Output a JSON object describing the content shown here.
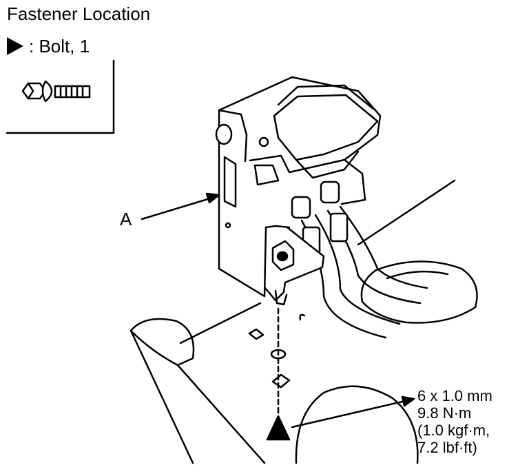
{
  "title": "Fastener Location",
  "legend": {
    "symbol": "triangle-marker-icon",
    "text": ": Bolt, 1"
  },
  "callout_a": "A",
  "torque_spec": {
    "size": "6 x 1.0 mm",
    "nm": "9.8 N·m",
    "kgfm": "(1.0 kgf·m,",
    "lbfft": "7.2 lbf·ft)"
  }
}
